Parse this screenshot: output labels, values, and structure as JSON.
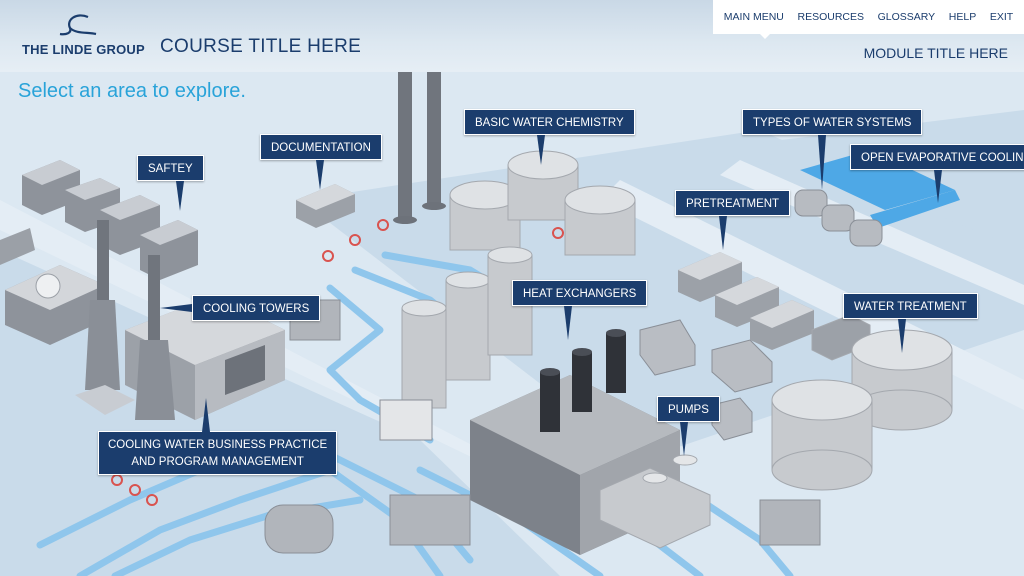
{
  "brand": {
    "company": "THE LINDE GROUP"
  },
  "header": {
    "course_title": "COURSE TITLE HERE",
    "module_title": "MODULE TITLE HERE"
  },
  "nav": {
    "items": [
      "MAIN MENU",
      "RESOURCES",
      "GLOSSARY",
      "HELP",
      "EXIT"
    ]
  },
  "instruction": "Select an area to explore.",
  "areas": {
    "safety": "SAFTEY",
    "documentation": "DOCUMENTATION",
    "basic_water_chemistry": "BASIC WATER CHEMISTRY",
    "types_of_water_systems": "TYPES OF WATER SYSTEMS",
    "open_evaporative_cooling": "OPEN EVAPORATIVE COOLING",
    "pretreatment": "PRETREATMENT",
    "cooling_towers": "COOLING TOWERS",
    "heat_exchangers": "HEAT EXCHANGERS",
    "water_treatment": "WATER TREATMENT",
    "pumps": "PUMPS",
    "cooling_water_line1": "COOLING WATER BUSINESS PRACTICE",
    "cooling_water_line2": "AND PROGRAM MANAGEMENT"
  },
  "colors": {
    "navy": "#1b3d6d",
    "accent_blue": "#29a3d9",
    "pipe_blue": "#8fc6ec",
    "ground": "#dce8f2"
  }
}
